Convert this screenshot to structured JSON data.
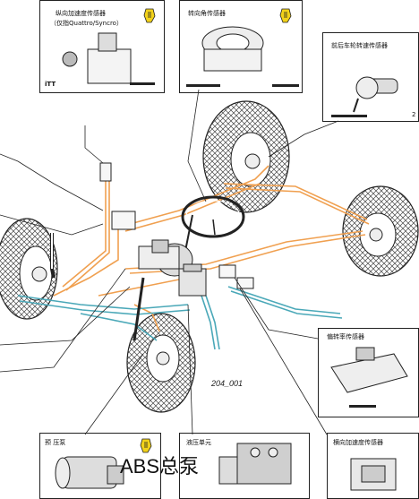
{
  "title_overlay": "ABS总泵",
  "figure_id": "204_001",
  "callouts": {
    "longitudinal_accel": {
      "title": "纵向加速度传感器",
      "subtitle": "（仅指Quattro/Syncro）",
      "maker": "iTT"
    },
    "steering_angle": {
      "title": "转向角传感器"
    },
    "wheel_speed": {
      "title": "前后车轮转速传感器",
      "number": "2"
    },
    "yaw_rate": {
      "title": "偏转率传感器"
    },
    "precharge_pump": {
      "title": "预 压泵"
    },
    "hydraulic_unit": {
      "title": "液压单元"
    },
    "lateral_accel": {
      "title": "横向加速度传感器"
    }
  },
  "colors": {
    "orange_wire": "#f0a050",
    "teal_wire": "#4aa8b8",
    "outline": "#222222",
    "warning_yellow": "#f2d21a"
  },
  "icons": [
    "warning-hand-icon"
  ]
}
